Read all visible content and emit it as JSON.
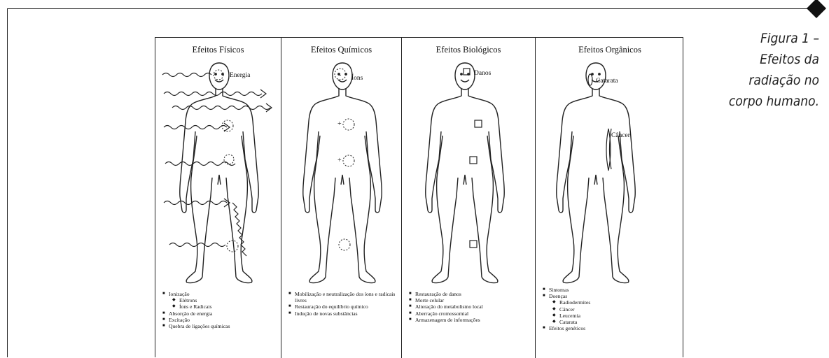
{
  "caption": {
    "line1": "Figura 1 –",
    "line2": "Efeitos da",
    "line3": "radiação no",
    "line4": "corpo humano."
  },
  "panels": [
    {
      "title": "Efeitos Físicos",
      "label": "Energia",
      "effects": [
        {
          "text": "Ionização",
          "level": 0
        },
        {
          "text": "Elétrons",
          "level": 1
        },
        {
          "text": "Íons e Radicais",
          "level": 1
        },
        {
          "text": "Absorção de energia",
          "level": 0
        },
        {
          "text": "Excitação",
          "level": 0
        },
        {
          "text": "Quebra de ligações químicas",
          "level": 0
        }
      ]
    },
    {
      "title": "Efeitos Químicos",
      "label": "Íons",
      "effects": [
        {
          "text": "Mobilização e neutralização dos íons e radicais livres",
          "level": 0
        },
        {
          "text": "Restauração do equilíbrio químico",
          "level": 0
        },
        {
          "text": "Indução de novas substâncias",
          "level": 0
        }
      ]
    },
    {
      "title": "Efeitos Biológicos",
      "label": "Danos",
      "effects": [
        {
          "text": "Restauração de danos",
          "level": 0
        },
        {
          "text": "Morte celular",
          "level": 0
        },
        {
          "text": "Alteração do metabolismo local",
          "level": 0
        },
        {
          "text": "Aberração cromossomial",
          "level": 0
        },
        {
          "text": "Armazenagem de informações",
          "level": 0
        }
      ]
    },
    {
      "title": "Efeitos Orgânicos",
      "label": "Catarata",
      "label2": "Câncer",
      "effects": [
        {
          "text": "Sintomas",
          "level": 0
        },
        {
          "text": "Doenças",
          "level": 0
        },
        {
          "text": "Radiodermites",
          "level": 1
        },
        {
          "text": "Câncer",
          "level": 1
        },
        {
          "text": "Leucemia",
          "level": 1
        },
        {
          "text": "Catarata",
          "level": 1
        },
        {
          "text": "Efeitos genéticos",
          "level": 0
        }
      ]
    }
  ]
}
